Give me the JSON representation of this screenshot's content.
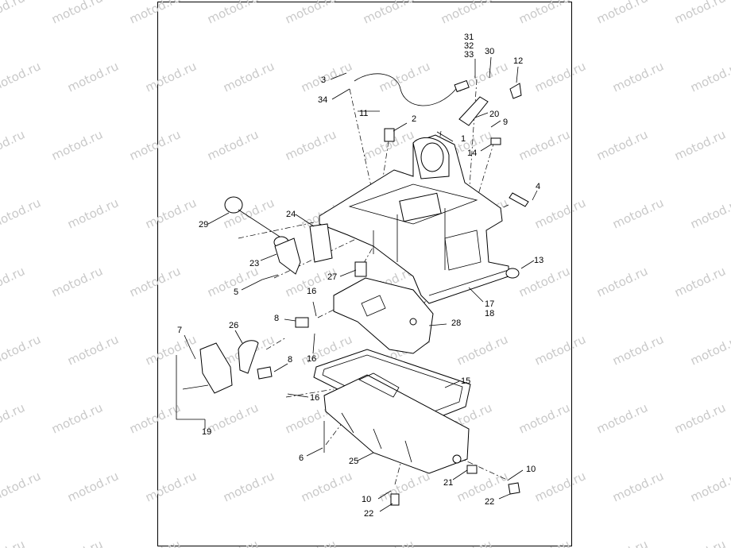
{
  "watermark": "motod.ru",
  "callouts": [
    {
      "id": "c1",
      "text": "1"
    },
    {
      "id": "c2",
      "text": "2"
    },
    {
      "id": "c3",
      "text": "3"
    },
    {
      "id": "c4",
      "text": "4"
    },
    {
      "id": "c5",
      "text": "5"
    },
    {
      "id": "c6",
      "text": "6"
    },
    {
      "id": "c7",
      "text": "7"
    },
    {
      "id": "c8a",
      "text": "8"
    },
    {
      "id": "c8b",
      "text": "8"
    },
    {
      "id": "c9",
      "text": "9"
    },
    {
      "id": "c10a",
      "text": "10"
    },
    {
      "id": "c10b",
      "text": "10"
    },
    {
      "id": "c11",
      "text": "11"
    },
    {
      "id": "c12",
      "text": "12"
    },
    {
      "id": "c13",
      "text": "13"
    },
    {
      "id": "c14",
      "text": "14"
    },
    {
      "id": "c15",
      "text": "15"
    },
    {
      "id": "c16a",
      "text": "16"
    },
    {
      "id": "c16b",
      "text": "16"
    },
    {
      "id": "c16c",
      "text": "16"
    },
    {
      "id": "c17",
      "text": "17"
    },
    {
      "id": "c18",
      "text": "18"
    },
    {
      "id": "c19",
      "text": "19"
    },
    {
      "id": "c20",
      "text": "20"
    },
    {
      "id": "c21",
      "text": "21"
    },
    {
      "id": "c22a",
      "text": "22"
    },
    {
      "id": "c22b",
      "text": "22"
    },
    {
      "id": "c23",
      "text": "23"
    },
    {
      "id": "c24",
      "text": "24"
    },
    {
      "id": "c25",
      "text": "25"
    },
    {
      "id": "c26",
      "text": "26"
    },
    {
      "id": "c27",
      "text": "27"
    },
    {
      "id": "c28",
      "text": "28"
    },
    {
      "id": "c29",
      "text": "29"
    },
    {
      "id": "c30",
      "text": "30"
    },
    {
      "id": "c31",
      "text": "31"
    },
    {
      "id": "c32",
      "text": "32"
    },
    {
      "id": "c33",
      "text": "33"
    },
    {
      "id": "c34",
      "text": "34"
    }
  ]
}
